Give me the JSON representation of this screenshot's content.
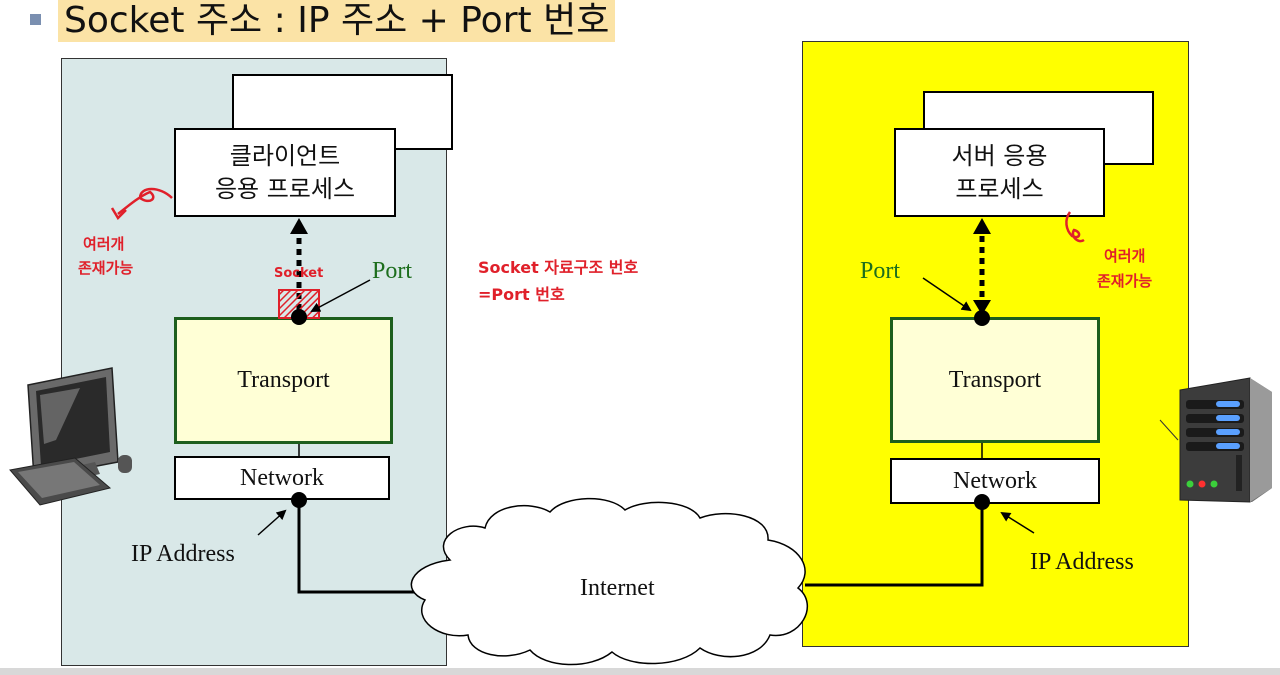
{
  "title": "Socket 주소 : IP 주소 + Port 번호",
  "client": {
    "process_line1": "클라이언트",
    "process_line2": "응용 프로세스",
    "transport": "Transport",
    "network": "Network",
    "port": "Port",
    "ip_address": "IP Address"
  },
  "server": {
    "process_line1": "서버 응용",
    "process_line2": "프로세스",
    "transport": "Transport",
    "network": "Network",
    "port": "Port",
    "ip_address": "IP Address"
  },
  "internet": "Internet",
  "annotations": {
    "client_multi_line1": "여러개",
    "client_multi_line2": "존재가능",
    "socket_label": "Socket",
    "middle_line1": "Socket 자료구조 번호",
    "middle_line2": "=Port 번호",
    "server_multi_line1": "여러개",
    "server_multi_line2": "존재가능"
  },
  "colors": {
    "client_panel": "#d9e8e8",
    "server_panel": "#ffff00",
    "transport_fill": "#ffffd6",
    "transport_border": "#1d5e1d",
    "port_label": "#1d6e1d",
    "annotation": "#e0202a",
    "title_highlight": "#fbe3a6"
  },
  "icons": [
    "computer-icon",
    "server-icon"
  ]
}
